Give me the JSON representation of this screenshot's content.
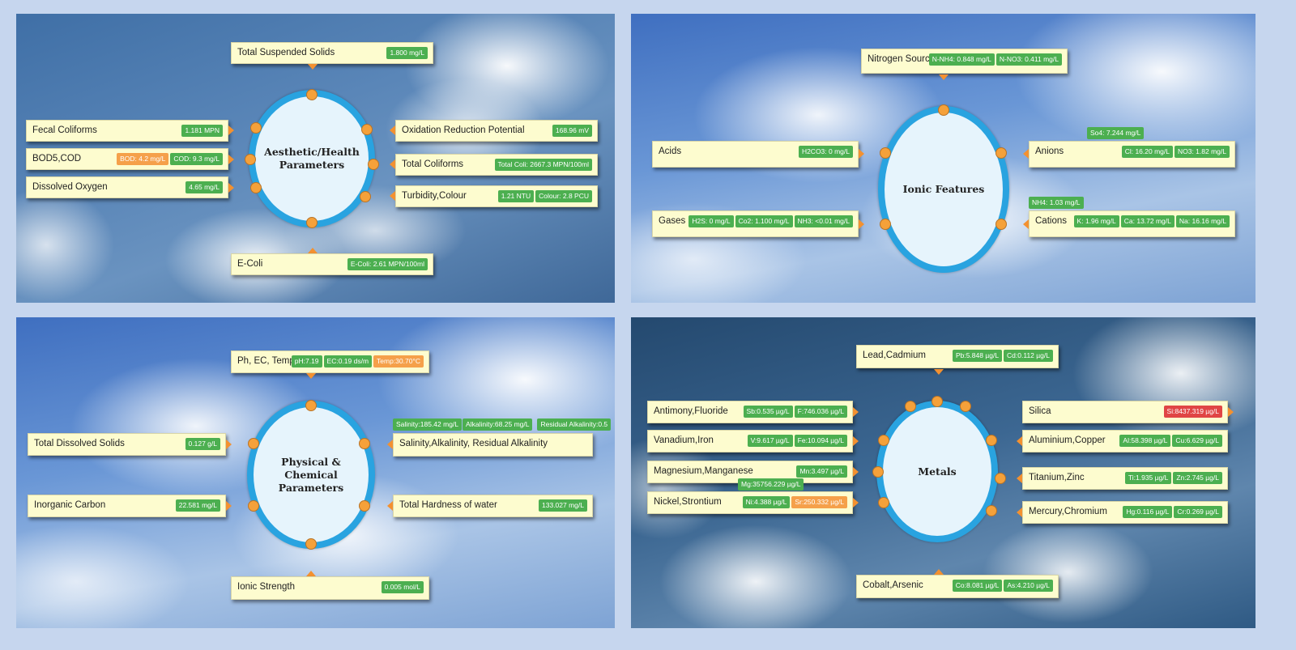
{
  "panels": {
    "aesthetic": {
      "title": "Aesthetic/Health\nParameters",
      "tss": {
        "label": "Total Suspended Solids",
        "v1": "1.800 mg/L"
      },
      "fecal": {
        "label": "Fecal Coliforms",
        "v1": "1.181 MPN"
      },
      "bod": {
        "label": "BOD5,COD",
        "v1": "BOD: 4.2 mg/L",
        "v2": "COD: 9.3 mg/L"
      },
      "do": {
        "label": "Dissolved Oxygen",
        "v1": "4.65 mg/L"
      },
      "orp": {
        "label": "Oxidation Reduction Potential",
        "v1": "168.96 mV"
      },
      "tc": {
        "label": "Total Coliforms",
        "v1": "Total Coli: 2667.3 MPN/100ml"
      },
      "turb": {
        "label": "Turbidity,Colour",
        "v1": "1.21 NTU",
        "v2": "Colour: 2.8 PCU"
      },
      "ecoli": {
        "label": "E-Coli",
        "v1": "E-Coli: 2.61 MPN/100ml"
      }
    },
    "ionic": {
      "title": "Ionic Features",
      "nitrogen": {
        "label": "Nitrogen Sources",
        "v1": "N-NH4: 0.848 mg/L",
        "v2": "N-NO3: 0.411 mg/L"
      },
      "acids": {
        "label": "Acids",
        "v1": "H2CO3: 0 mg/L"
      },
      "gases": {
        "label": "Gases",
        "v1": "H2S: 0 mg/L",
        "v2": "Co2: 1.100 mg/L",
        "v3": "NH3: <0.01 mg/L"
      },
      "anions": {
        "label": "Anions",
        "v1": "Cl: 16.20 mg/L",
        "v2": "NO3: 1.82 mg/L",
        "float": "So4: 7.244 mg/L"
      },
      "cations": {
        "label": "Cations",
        "v1": "K: 1.96 mg/L",
        "v2": "Ca: 13.72 mg/L",
        "v3": "Na: 16.16 mg/L",
        "float": "NH4: 1.03 mg/L"
      }
    },
    "physical": {
      "title": "Physical & Chemical\nParameters",
      "ph": {
        "label": "Ph, EC, Temp",
        "v1": "pH:7.19",
        "v2": "EC:0.19 ds/m",
        "v3": "Temp:30.70°C"
      },
      "tds": {
        "label": "Total Dissolved Solids",
        "v1": "0.127 g/L"
      },
      "ic": {
        "label": "Inorganic Carbon",
        "v1": "22.581 mg/L"
      },
      "sal": {
        "label": "Salinity,Alkalinity, Residual Alkalinity",
        "f1": "Salinity:185.42 mg/L",
        "f2": "Alkalinity:68.25 mg/L",
        "f3": "Residual Alkalinity:0.5"
      },
      "th": {
        "label": "Total Hardness of water",
        "v1": "133.027 mg/L"
      },
      "is": {
        "label": "Ionic Strength",
        "v1": "0.005 mol/L"
      }
    },
    "metals": {
      "title": "Metals",
      "lead": {
        "label": "Lead,Cadmium",
        "v1": "Pb:5.848 µg/L",
        "v2": "Cd:0.112 µg/L"
      },
      "anti": {
        "label": "Antimony,Fluoride",
        "v1": "Sb:0.535 µg/L",
        "v2": "F:746.036 µg/L"
      },
      "van": {
        "label": "Vanadium,Iron",
        "v1": "V:9.617 µg/L",
        "v2": "Fe:10.094 µg/L"
      },
      "mag": {
        "label": "Magnesium,Manganese",
        "v1": "Mn:3.497 µg/L",
        "float": "Mg:35756.229 µg/L"
      },
      "nick": {
        "label": "Nickel,Strontium",
        "v1": "Ni:4.388 µg/L",
        "v2": "Sr:250.332 µg/L"
      },
      "sil": {
        "label": "Silica",
        "v1": "Si:8437.319 µg/L"
      },
      "alu": {
        "label": "Aluminium,Copper",
        "v1": "Al:58.398 µg/L",
        "v2": "Cu:6.629 µg/L"
      },
      "tit": {
        "label": "Titanium,Zinc",
        "v1": "Ti:1.935 µg/L",
        "v2": "Zn:2.745 µg/L"
      },
      "mer": {
        "label": "Mercury,Chromium",
        "v1": "Hg:0.116 µg/L",
        "v2": "Cr:0.269 µg/L"
      },
      "cob": {
        "label": "Cobalt,Arsenic",
        "v1": "Co:8.081 µg/L",
        "v2": "As:4.210 µg/L"
      }
    }
  },
  "colors": {
    "badge_normal": "#4caf50",
    "badge_warning": "#f5a04a",
    "badge_alert": "#e04545",
    "ring": "#29a3e0",
    "node": "#f5a13a"
  }
}
